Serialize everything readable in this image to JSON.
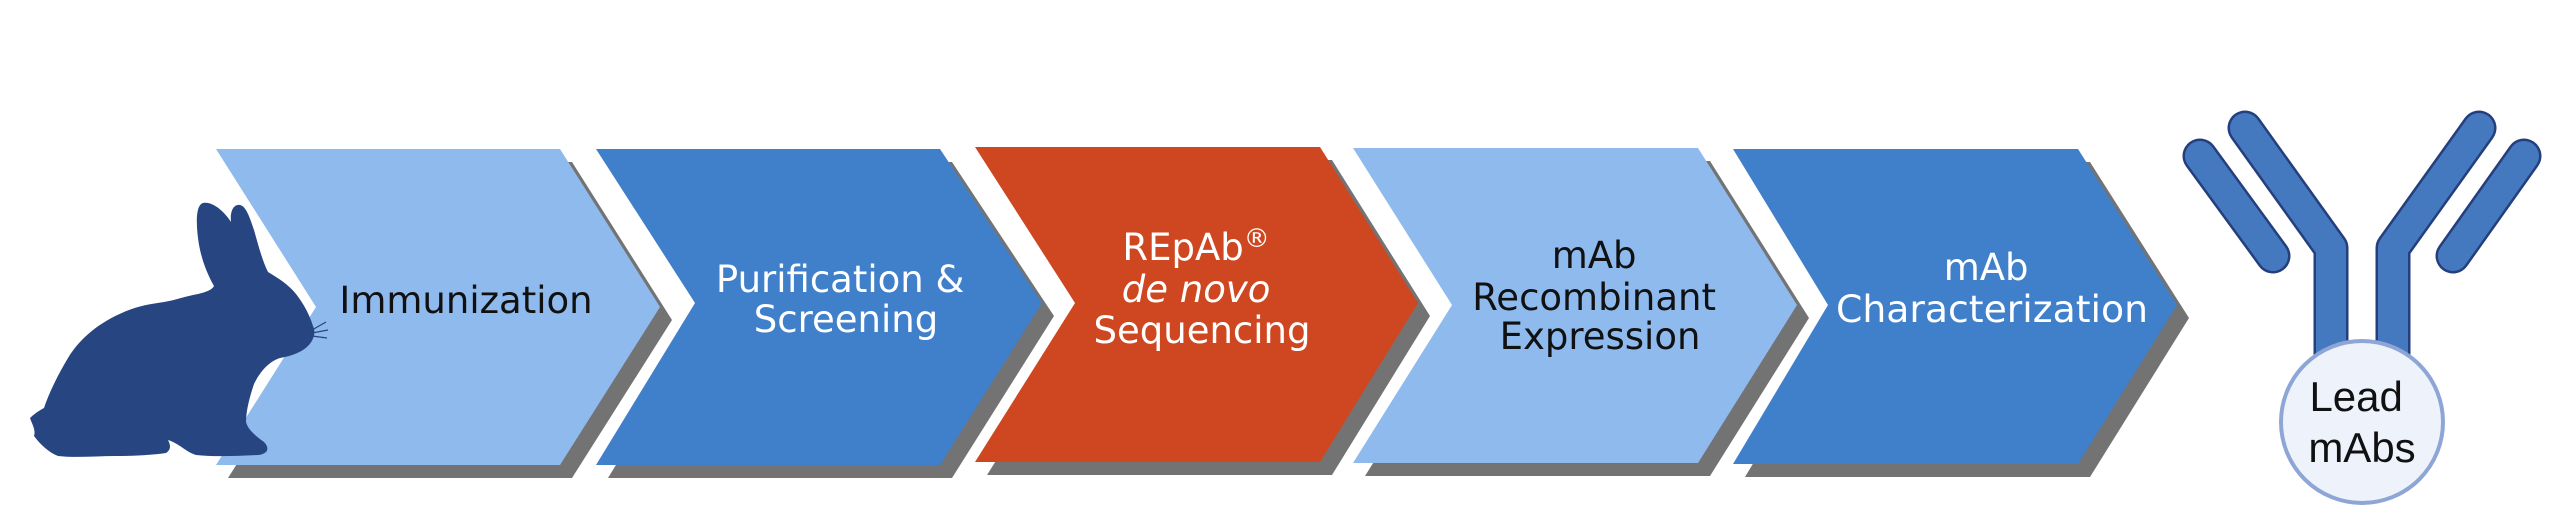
{
  "diagram": {
    "colors": {
      "light_blue": "#8fbaee",
      "medium_blue": "#407fc9",
      "highlight_red": "#cf4720",
      "shadow": "#737373",
      "rabbit": "#274681",
      "antibody_fill": "#4478bf",
      "antibody_stroke": "#253f7c",
      "lead_circle_fill": "#edf2fb",
      "lead_circle_stroke": "#8ea6d6"
    },
    "start_icon": "rabbit-icon",
    "steps": [
      {
        "lines": [
          "Immunization"
        ],
        "style": "light",
        "text_color": "dark"
      },
      {
        "lines": [
          "Purification &",
          "Screening"
        ],
        "style": "medium",
        "text_color": "light"
      },
      {
        "lines": [
          "REpAb",
          "de novo",
          "Sequencing"
        ],
        "trademark": "®",
        "style": "highlight",
        "text_color": "light"
      },
      {
        "lines": [
          "mAb",
          "Recombinant",
          "Expression"
        ],
        "style": "light",
        "text_color": "dark"
      },
      {
        "lines": [
          "mAb",
          "Characterization"
        ],
        "style": "medium",
        "text_color": "light"
      }
    ],
    "end_icon": "antibody-icon",
    "end_label": [
      "Lead",
      "mAbs"
    ]
  }
}
